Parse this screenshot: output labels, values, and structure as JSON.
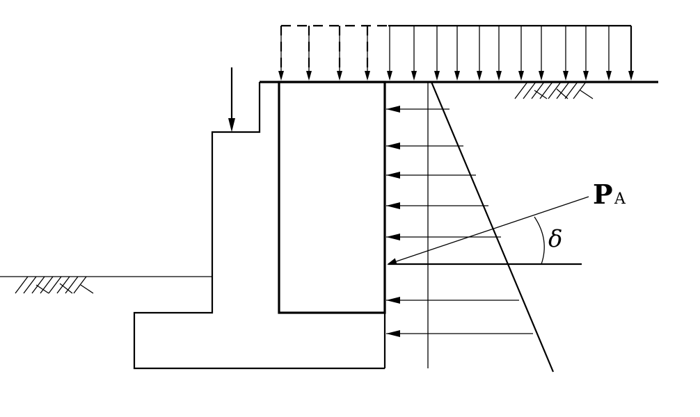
{
  "labels": {
    "force_main": "P",
    "force_subscript": "A",
    "angle_symbol": "δ"
  }
}
